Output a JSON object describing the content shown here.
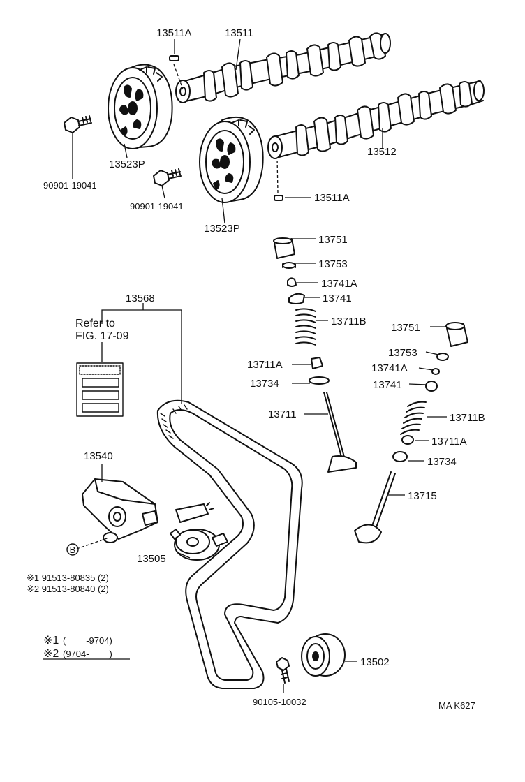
{
  "labels": {
    "cam_pin_upper": "13511A",
    "camshaft_upper": "13511",
    "camshaft_lower": "13512",
    "cam_pin_lower": "13511A",
    "pulley_upper": "13523P",
    "pulley_lower": "13523P",
    "bolt_upper": "90901-19041",
    "bolt_lower": "90901-19041",
    "belt": "13568",
    "refer_line1": "Refer to",
    "refer_line2": "FIG. 17-09",
    "lifter_a": "13751",
    "shim_a": "13753",
    "keeper_a": "13741A",
    "retainer_a": "13741",
    "spring_a": "13711B",
    "seat_a": "13711A",
    "seal_a": "13734",
    "valve_a": "13711",
    "lifter_b": "13751",
    "shim_b": "13753",
    "keeper_b": "13741A",
    "retainer_b": "13741",
    "spring_b": "13711B",
    "seat_b": "13711A",
    "seal_b": "13734",
    "valve_b": "13715",
    "tensioner_bracket": "13540",
    "tensioner": "13505",
    "idler": "13502",
    "idler_bolt": "90105-10032",
    "b_marker": "B",
    "note_bolt1": "※1 91513-80835 (2)",
    "note_bolt2": "※2 91513-80840 (2)",
    "legend1_mark": "※1",
    "legend1_text": "(        -9704)",
    "legend2_mark": "※2",
    "legend2_text": "(9704-        )",
    "figure_code": "MA K627"
  }
}
